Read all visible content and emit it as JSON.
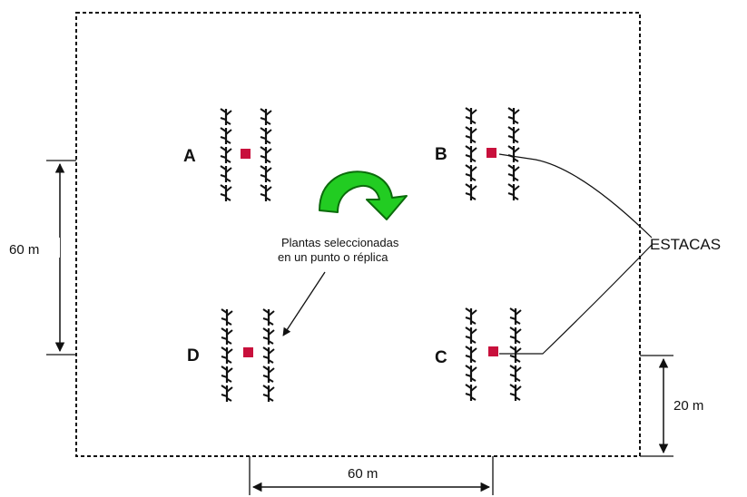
{
  "plots": [
    {
      "id": "A",
      "label": "A"
    },
    {
      "id": "B",
      "label": "B"
    },
    {
      "id": "C",
      "label": "C"
    },
    {
      "id": "D",
      "label": "D"
    }
  ],
  "annotation": {
    "line1": "Plantas seleccionadas",
    "line2": "en un punto o réplica"
  },
  "stakes_label": "ESTACAS",
  "dimensions": {
    "vertical_left": "60 m",
    "bottom": "60 m",
    "right_offset": "20 m"
  },
  "colors": {
    "stake": "#c8103c",
    "arrow_fill": "#22cc22",
    "arrow_stroke": "#0b6b0b",
    "ink": "#111111"
  },
  "icons": {
    "plant": "plant-icon",
    "stake": "stake-marker-icon",
    "rotation": "curved-arrow-icon"
  }
}
